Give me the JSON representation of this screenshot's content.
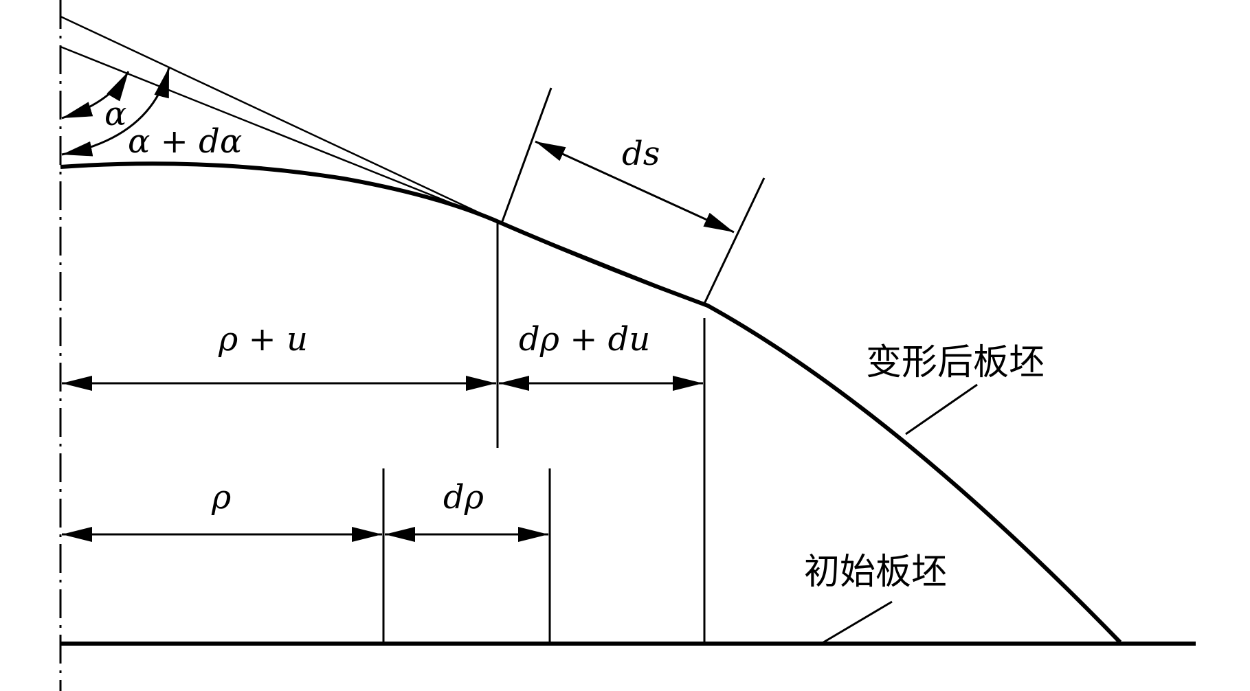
{
  "labels": {
    "alpha": "α",
    "alpha_plus_dalpha": "α + dα",
    "ds": "ds",
    "rho_plus_u": "ρ + u",
    "drho_plus_du": "dρ + du",
    "rho": "ρ",
    "drho": "dρ",
    "deformed_blank": "变形后板坯",
    "initial_blank": "初始板坯"
  },
  "colors": {
    "stroke": "#000000",
    "background": "#ffffff"
  }
}
